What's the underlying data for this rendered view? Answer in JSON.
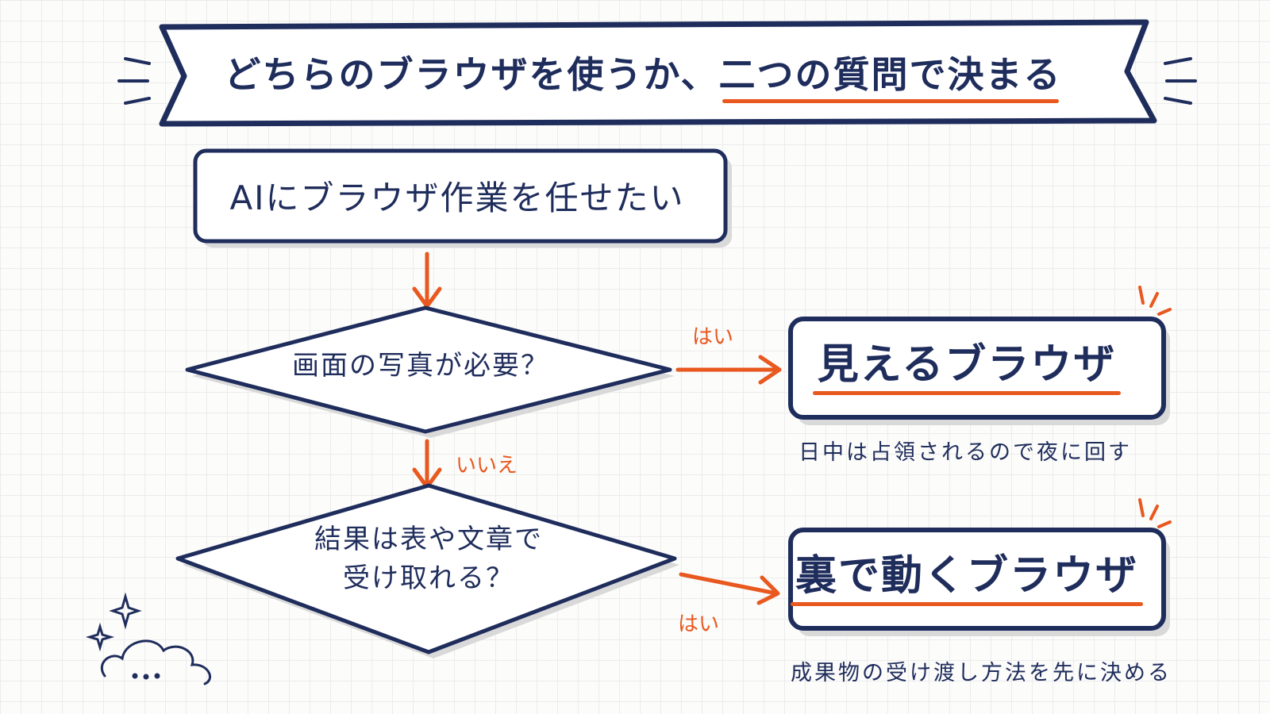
{
  "title": {
    "main": "どちらのブラウザを使うか、",
    "accent": "二つの質問で決まる"
  },
  "start": {
    "label": "AIにブラウザ作業を任せたい"
  },
  "question1": {
    "label": "画面の写真が必要？"
  },
  "question2": {
    "line1": "結果は表や文章で",
    "line2": "受け取れる？"
  },
  "branches": {
    "q1_yes": "はい",
    "q1_no": "いいえ",
    "q2_yes": "はい"
  },
  "result1": {
    "label": "見えるブラウザ",
    "note": "日中は占領されるので夜に回す"
  },
  "result2": {
    "label": "裏で動くブラウザ",
    "note": "成果物の受け渡し方法を先に決める"
  },
  "colors": {
    "navy": "#1f2d5c",
    "accent": "#e8581f",
    "shadow": "#d9d9d9",
    "background": "#fcfcfb"
  }
}
